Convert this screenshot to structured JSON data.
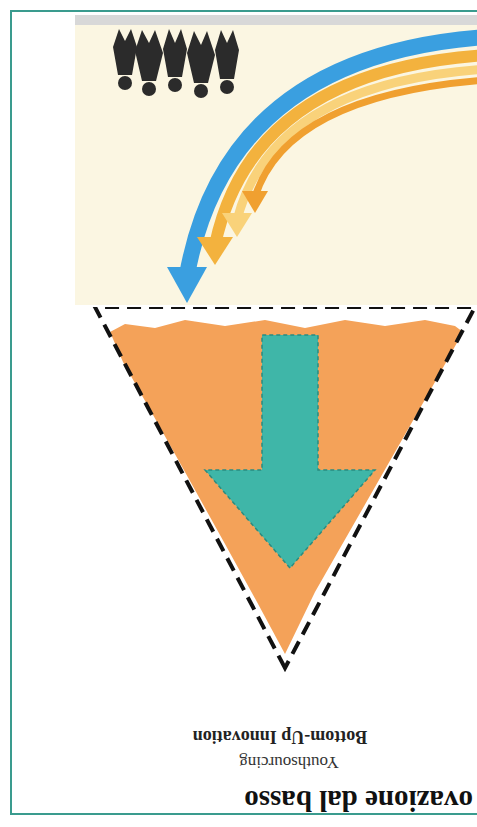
{
  "diagram": {
    "title": "ovazione dal basso",
    "nodes": [
      {
        "text": [
          "Youthsourcing",
          "Bottom-Up Innovation"
        ]
      }
    ]
  }
}
